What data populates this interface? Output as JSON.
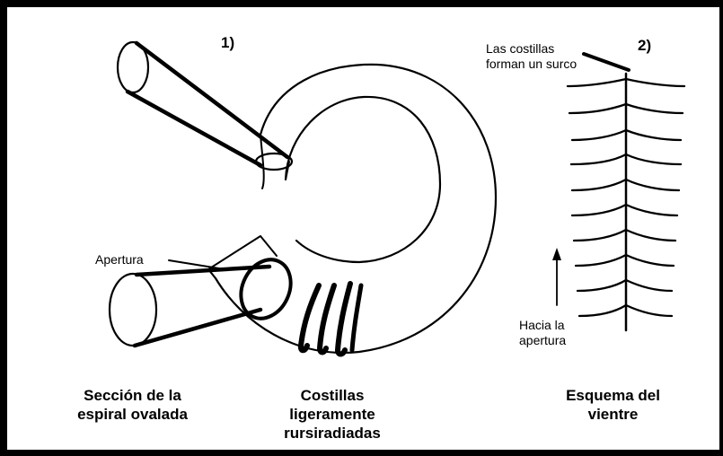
{
  "labels": {
    "fig1_number": "1)",
    "fig2_number": "2)",
    "apertura": "Apertura",
    "surco_line1": "Las costillas",
    "surco_line2": "forman un surco",
    "hacia_line1": "Hacia la",
    "hacia_line2": "apertura"
  },
  "captions": {
    "left_line1": "Sección de la",
    "left_line2": "espiral ovalada",
    "middle_line1": "Costillas",
    "middle_line2": "ligeramente",
    "middle_line3": "rursiradiadas",
    "right_line1": "Esquema del",
    "right_line2": "vientre"
  },
  "colors": {
    "ink": "#000000",
    "paper": "#ffffff"
  }
}
